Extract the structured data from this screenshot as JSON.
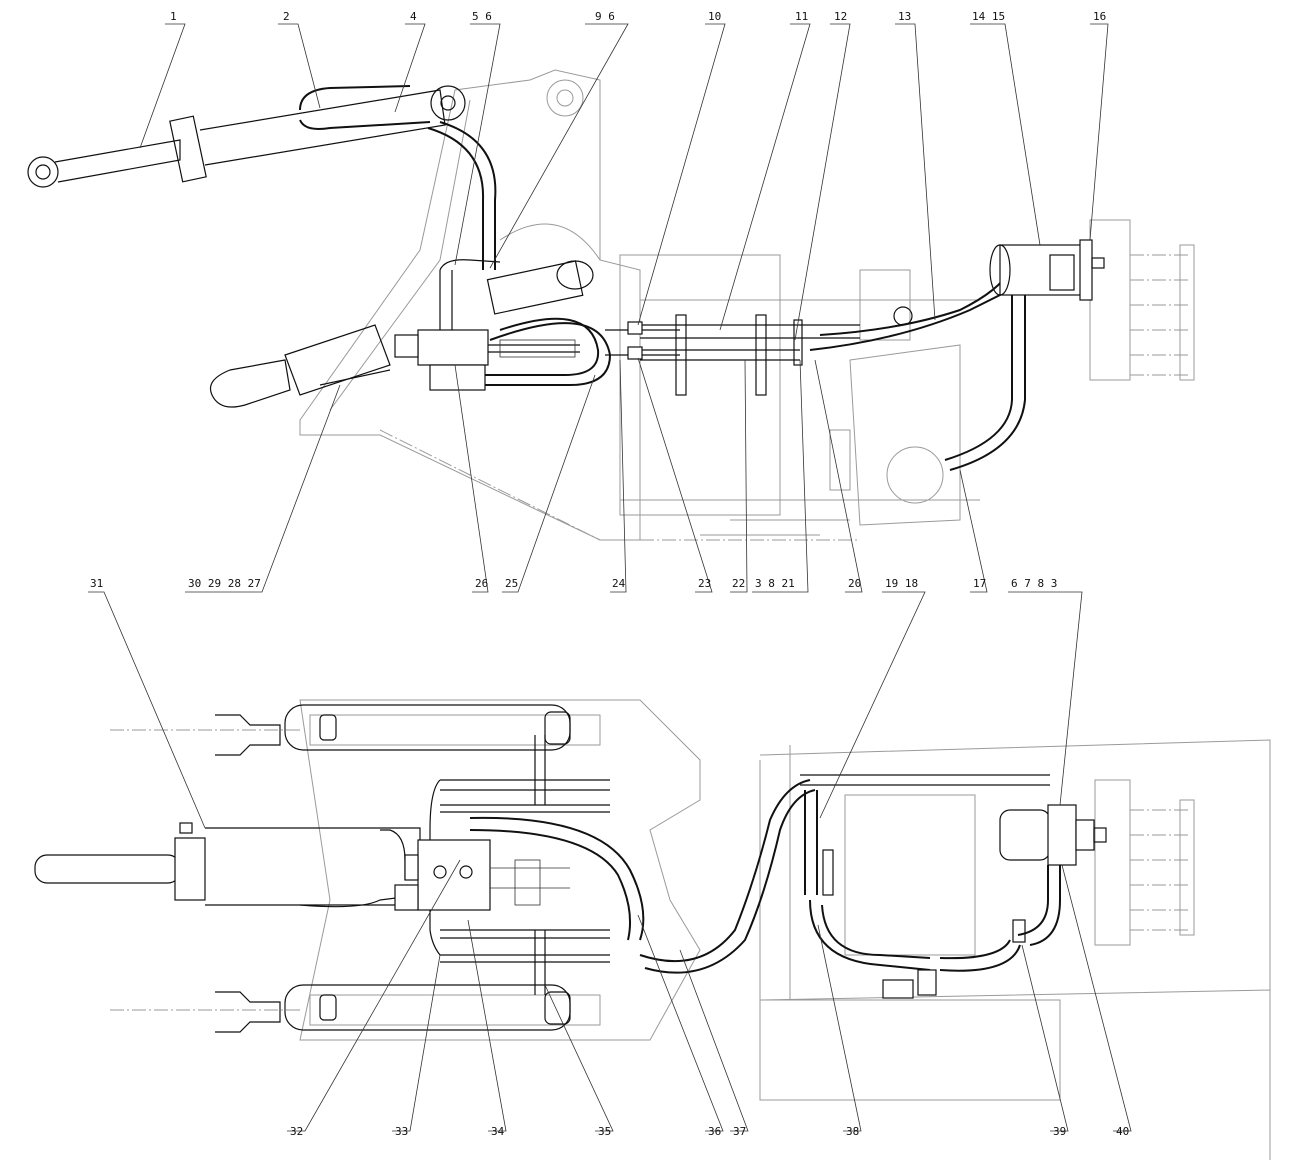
{
  "labels_top": [
    "1",
    "2",
    "4",
    "5 6",
    "9 6",
    "10",
    "11",
    "12",
    "13",
    "14 15",
    "16"
  ],
  "labels_middle": [
    "30 29 28 27",
    "26",
    "25",
    "24",
    "23",
    "22",
    "3 8 21",
    "20",
    "19 18",
    "17",
    "6 7 8 3"
  ],
  "label_31": "31",
  "labels_bottom": [
    "32",
    "33",
    "34",
    "35",
    "36",
    "37",
    "38",
    "39",
    "40"
  ]
}
